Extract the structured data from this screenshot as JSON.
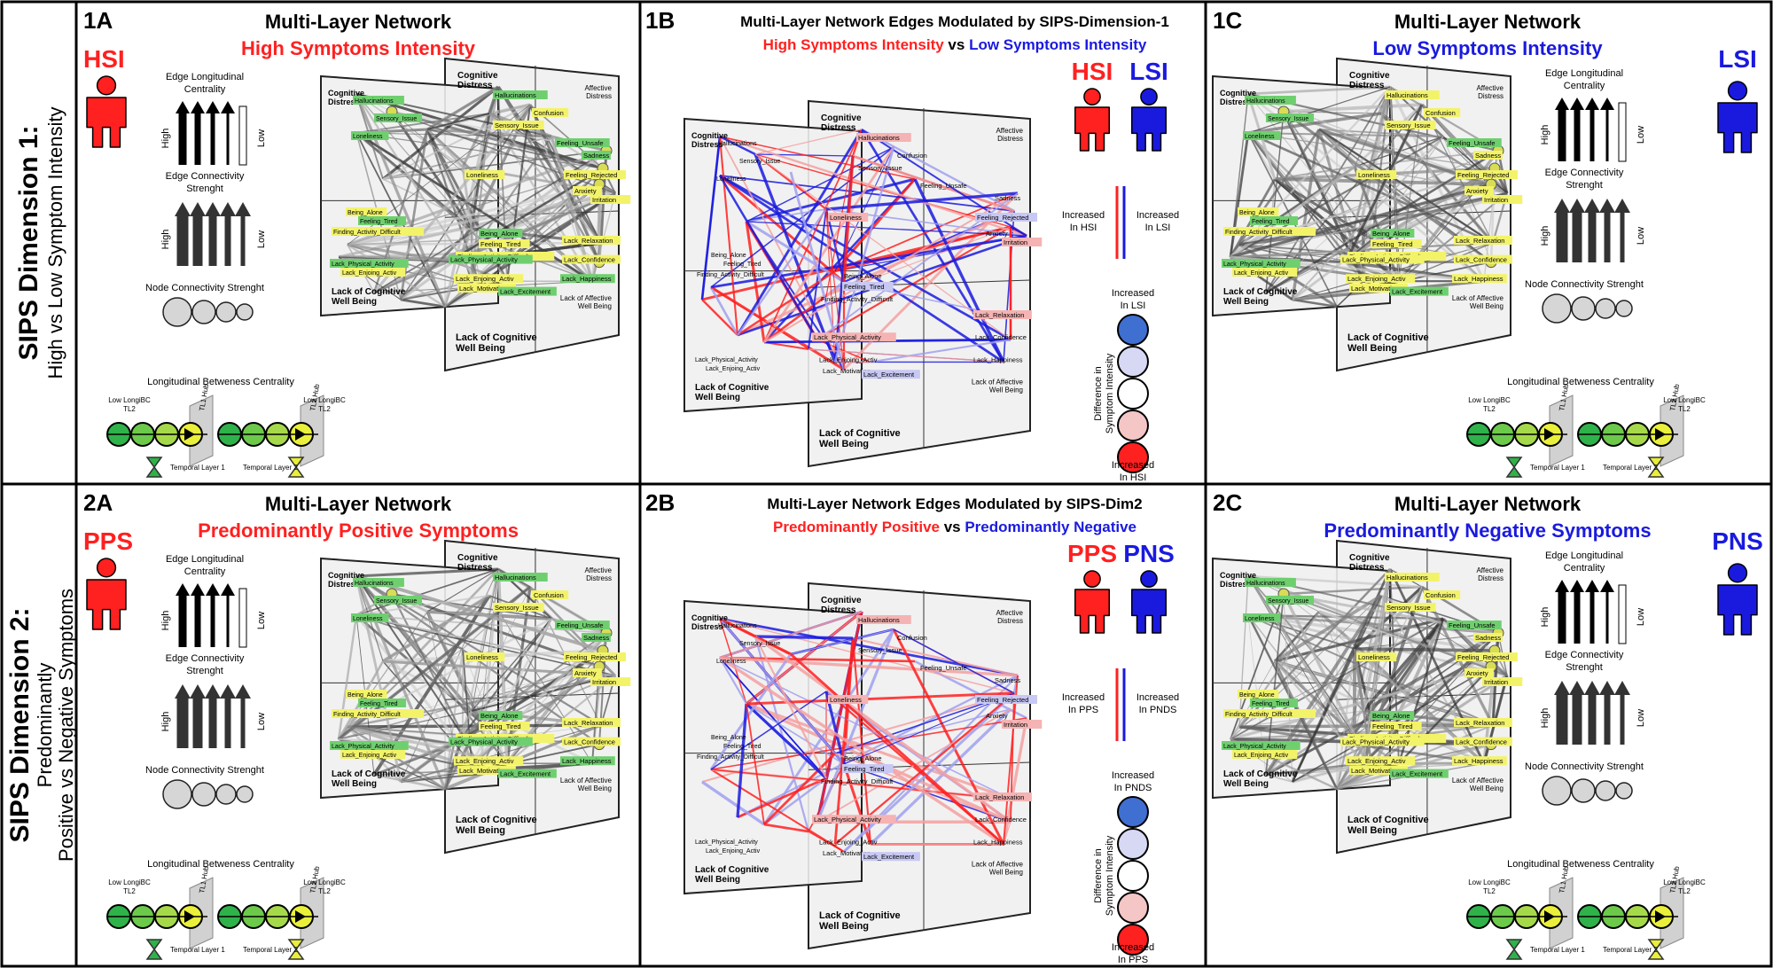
{
  "rows": [
    {
      "title": "SIPS Dimension 1:",
      "lines": [
        "High vs Low Symptom Intensity"
      ]
    },
    {
      "title": "SIPS Dimension 2:",
      "lines": [
        "Predominantly",
        "Positive vs Negative Symptoms"
      ]
    }
  ],
  "panels": {
    "p1A": {
      "tag": "1A",
      "title": "Multi-Layer Network",
      "subtitle": "High Symptoms Intensity",
      "group": "HSI",
      "color": "#ff2020"
    },
    "p1B": {
      "tag": "1B",
      "title": "Multi-Layer Network Edges Modulated by SIPS-Dimension-1",
      "sub_a": "High Symptoms Intensity",
      "sub_vs": " vs ",
      "sub_b": "Low Symptoms Intensity",
      "group_a": "HSI",
      "group_b": "LSI",
      "inc_a": [
        "Increased",
        "In HSI"
      ],
      "inc_b": [
        "Increased",
        "In LSI"
      ],
      "scale_top": [
        "Increased",
        "In LSI"
      ],
      "scale_bottom": [
        "Increased",
        "In HSI"
      ],
      "scale_axis": [
        "Difference in",
        "Symptom Intensity"
      ]
    },
    "p1C": {
      "tag": "1C",
      "title": "Multi-Layer Network",
      "subtitle": "Low Symptoms Intensity",
      "group": "LSI",
      "color": "#1a1adf"
    },
    "p2A": {
      "tag": "2A",
      "title": "Multi-Layer Network",
      "subtitle": "Predominantly Positive Symptoms",
      "group": "PPS",
      "color": "#ff2020"
    },
    "p2B": {
      "tag": "2B",
      "title": "Multi-Layer Network Edges Modulated by SIPS-Dim2",
      "sub_a": "Predominantly Positive",
      "sub_vs": " vs ",
      "sub_b": "Predominantly Negative",
      "group_a": "PPS",
      "group_b": "PNS",
      "inc_a": [
        "Increased",
        "In PPS"
      ],
      "inc_b": [
        "Increased",
        "In PNDS"
      ],
      "scale_top": [
        "Increased",
        "In PNDS"
      ],
      "scale_bottom": [
        "Increased",
        "In PPS"
      ],
      "scale_axis": [
        "Difference in",
        "Symptom Intensity"
      ]
    },
    "p2C": {
      "tag": "2C",
      "title": "Multi-Layer Network",
      "subtitle": "Predominantly Negative Symptoms",
      "group": "PNS",
      "color": "#1a1adf"
    }
  },
  "legend": {
    "edge_long": [
      "Edge Longitudinal",
      "Centrality"
    ],
    "edge_conn": [
      "Edge Connectivity",
      "Strenght"
    ],
    "high": "High",
    "low": "Low",
    "node_conn": "Node Connectivity Strenght",
    "lbc": "Longitudinal Betweness Centrality",
    "low_lbc": [
      "Low LongiBC",
      "TL2"
    ],
    "tl1_hub": "TL1 Hub",
    "tl2_hub": "TL2 Hub",
    "temporal_1": "Temporal Layer 1",
    "temporal_2": "Temporal Layer 2"
  },
  "network": {
    "quadrants": {
      "cognitive": [
        "Cognitive",
        "Distress"
      ],
      "affective": [
        "Affective",
        "Distress"
      ],
      "well_being": [
        "Lack of Cognitive",
        "Well Being"
      ],
      "affective_wb": [
        "Lack of Affective",
        "Well Being"
      ]
    },
    "nodes": [
      "Hallucinations",
      "Confusion",
      "Sensory_Issue",
      "Feeling_Unsafe",
      "Loneliness",
      "Feeling_Rejected",
      "Sadness",
      "Anxiety",
      "Irritation",
      "Being_Alone",
      "Feeling_Tired",
      "Finding_Activity_Difficult",
      "Lack_Physical_Activity",
      "Lack_Enjoing_Activ",
      "Lack_Motivation",
      "Lack_Excitement",
      "Lack_Relaxation",
      "Lack_Confidence",
      "Lack_Happiness"
    ]
  },
  "colors": {
    "positive": "#ff2020",
    "negative": "#1a1adf",
    "green": "#2eb84a",
    "yellow": "#f2f23a",
    "label_green": "#6fcf6f",
    "label_yellow": "#f3f36a"
  }
}
